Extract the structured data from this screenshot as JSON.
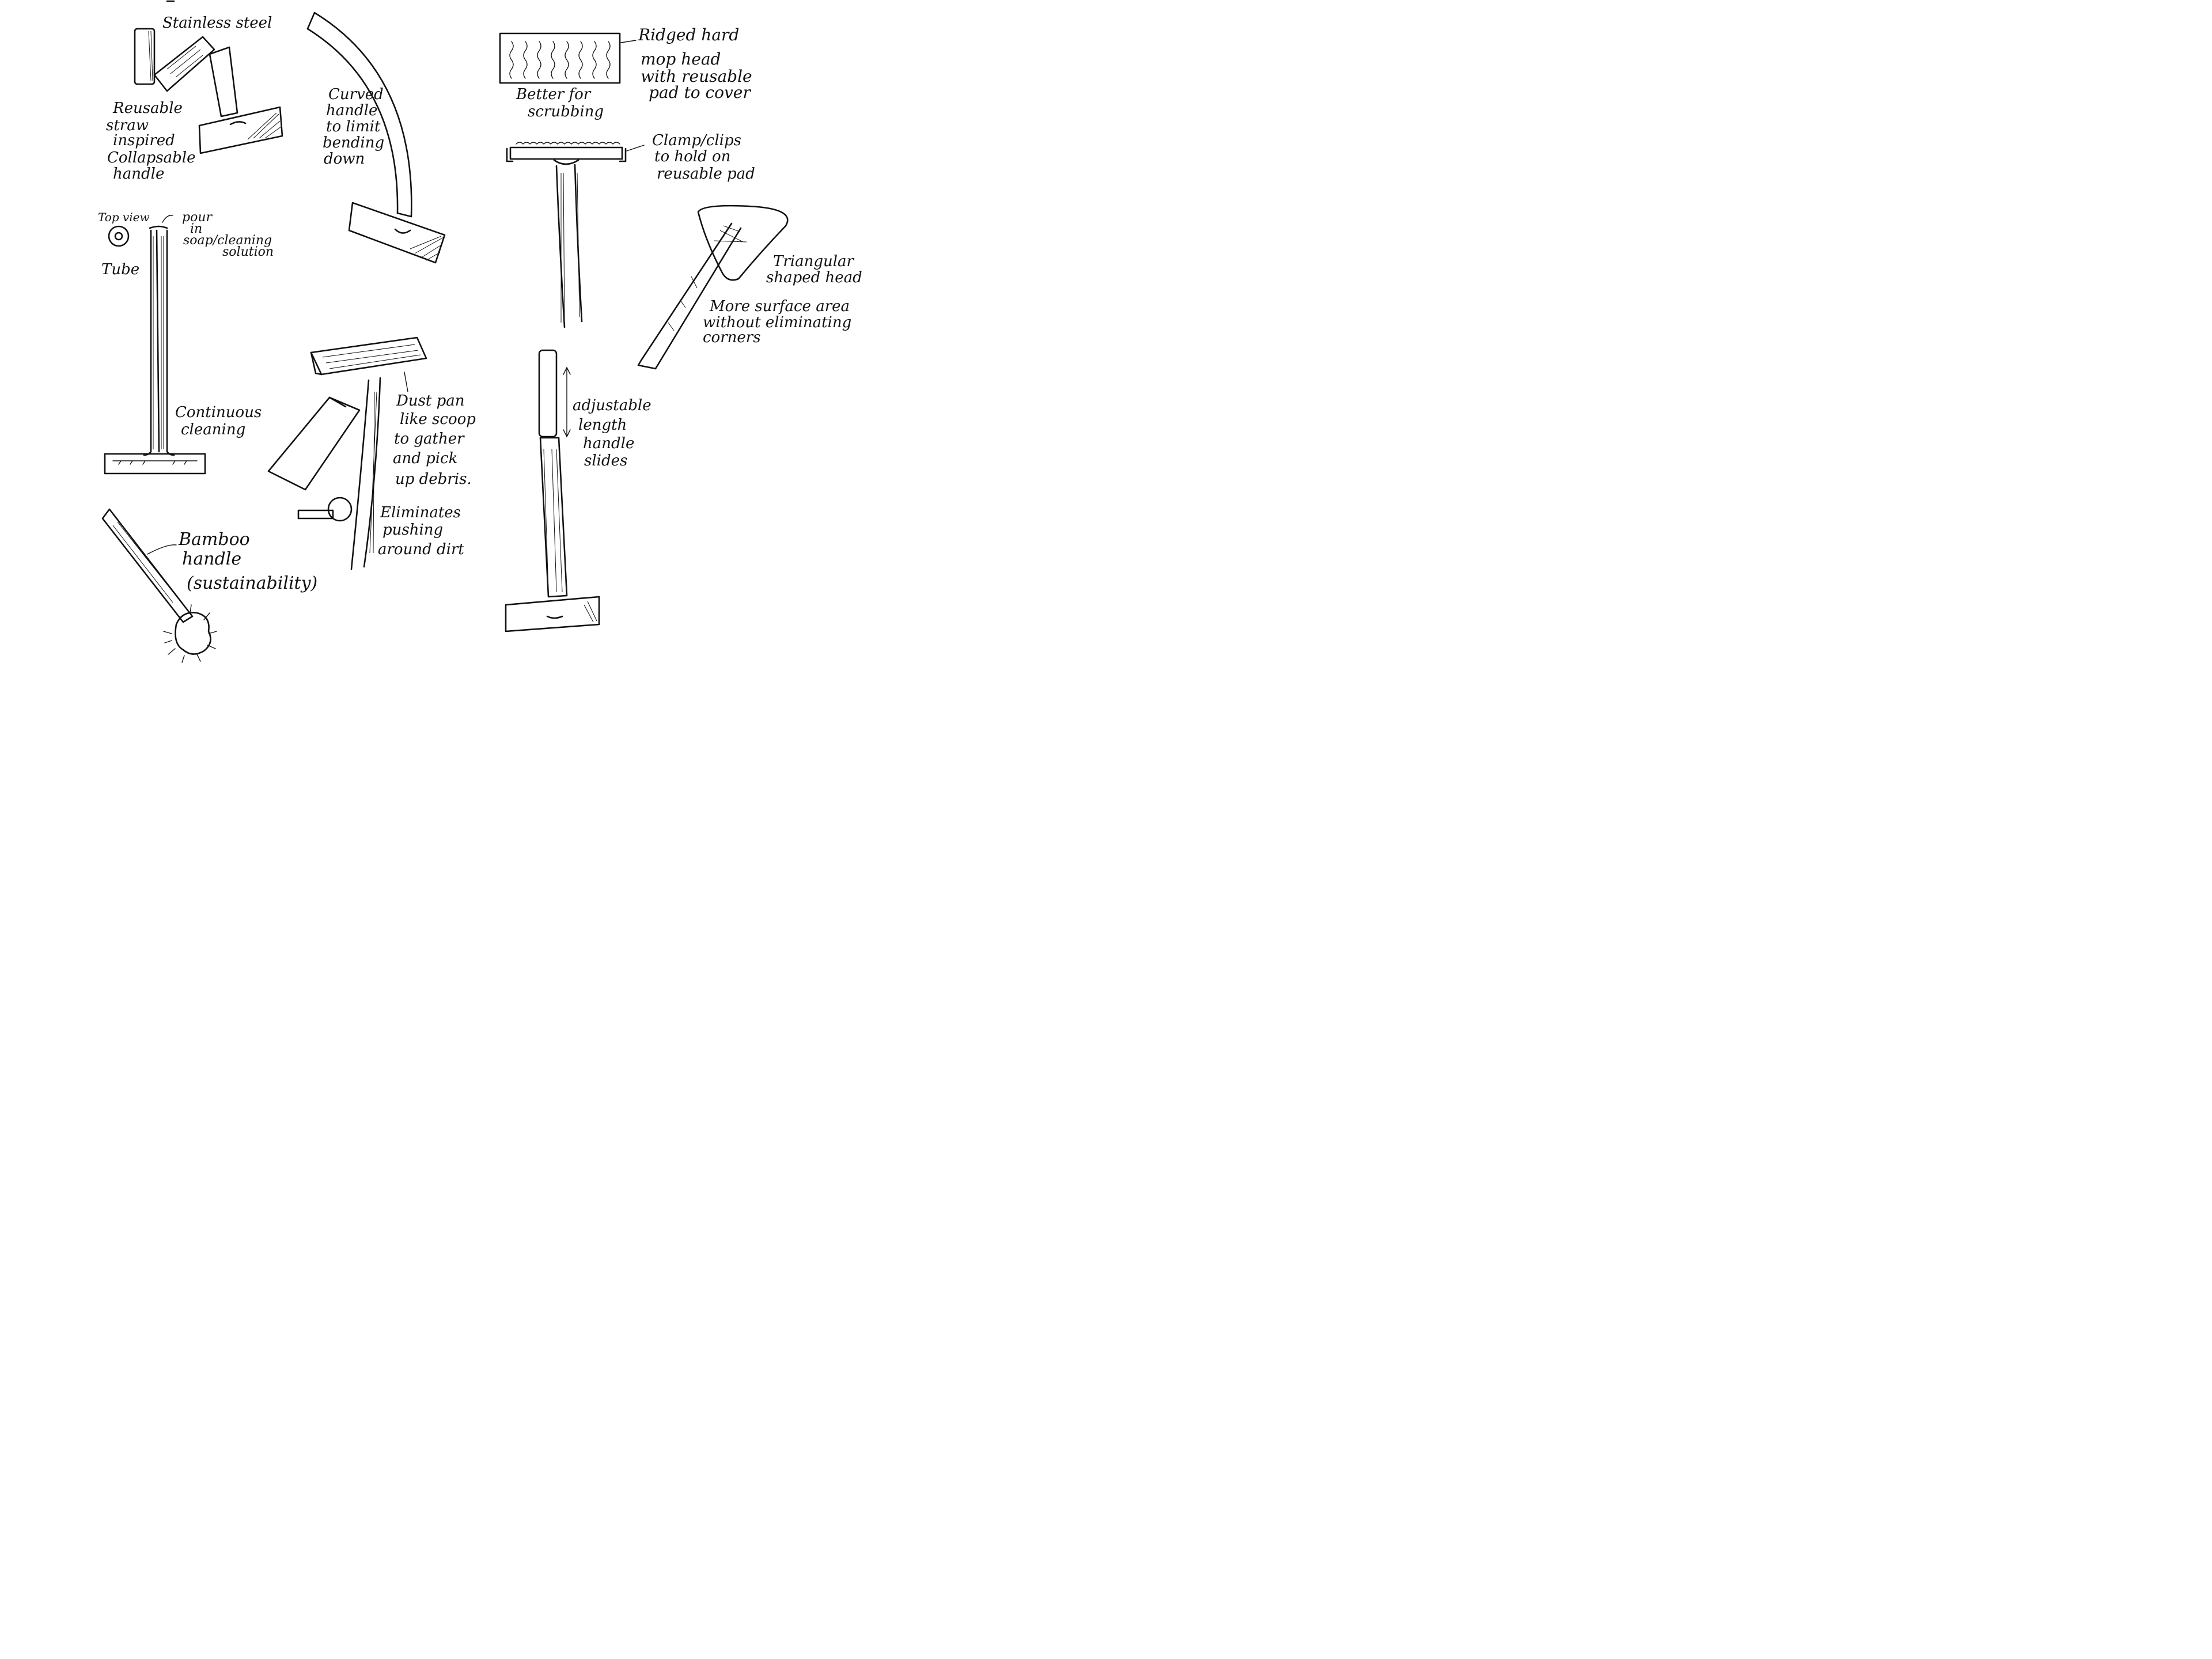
{
  "labels": {
    "stainless_steel": "Stainless steel",
    "straw": [
      "Reusable",
      "straw",
      "inspired",
      "Collapsable",
      "handle"
    ],
    "curved": [
      "Curved",
      "handle",
      "to limit",
      "bending",
      "down"
    ],
    "ridged": [
      "Ridged hard",
      "mop head",
      "with reusable",
      "pad to cover"
    ],
    "scrubbing": [
      "Better for",
      "scrubbing"
    ],
    "clamp": [
      "Clamp/clips",
      "to hold on",
      "reusable pad"
    ],
    "top_view": "Top view",
    "pour": [
      "pour",
      "in",
      "soap/cleaning",
      "solution"
    ],
    "tube": "Tube",
    "continuous": [
      "Continuous",
      "cleaning"
    ],
    "triangular": [
      "Triangular",
      "shaped head"
    ],
    "surface": [
      "More surface area",
      "without eliminating",
      "corners"
    ],
    "dustpan": [
      "Dust pan",
      "like scoop",
      "to gather",
      "and pick",
      "up debris."
    ],
    "eliminates": [
      "Eliminates",
      "pushing",
      "around dirt"
    ],
    "adjustable": [
      "adjustable",
      "length",
      "handle",
      "slides"
    ],
    "bamboo": [
      "Bamboo",
      "handle",
      "(sustainability)"
    ]
  },
  "icons": [
    "collapsible-mop-sketch",
    "curved-handle-mop-sketch",
    "ridged-mop-head-sketch",
    "clamp-mop-sketch",
    "triangular-mop-sketch",
    "tube-mop-sketch",
    "dustpan-mop-sketch",
    "adjustable-mop-sketch",
    "bamboo-brush-sketch"
  ]
}
